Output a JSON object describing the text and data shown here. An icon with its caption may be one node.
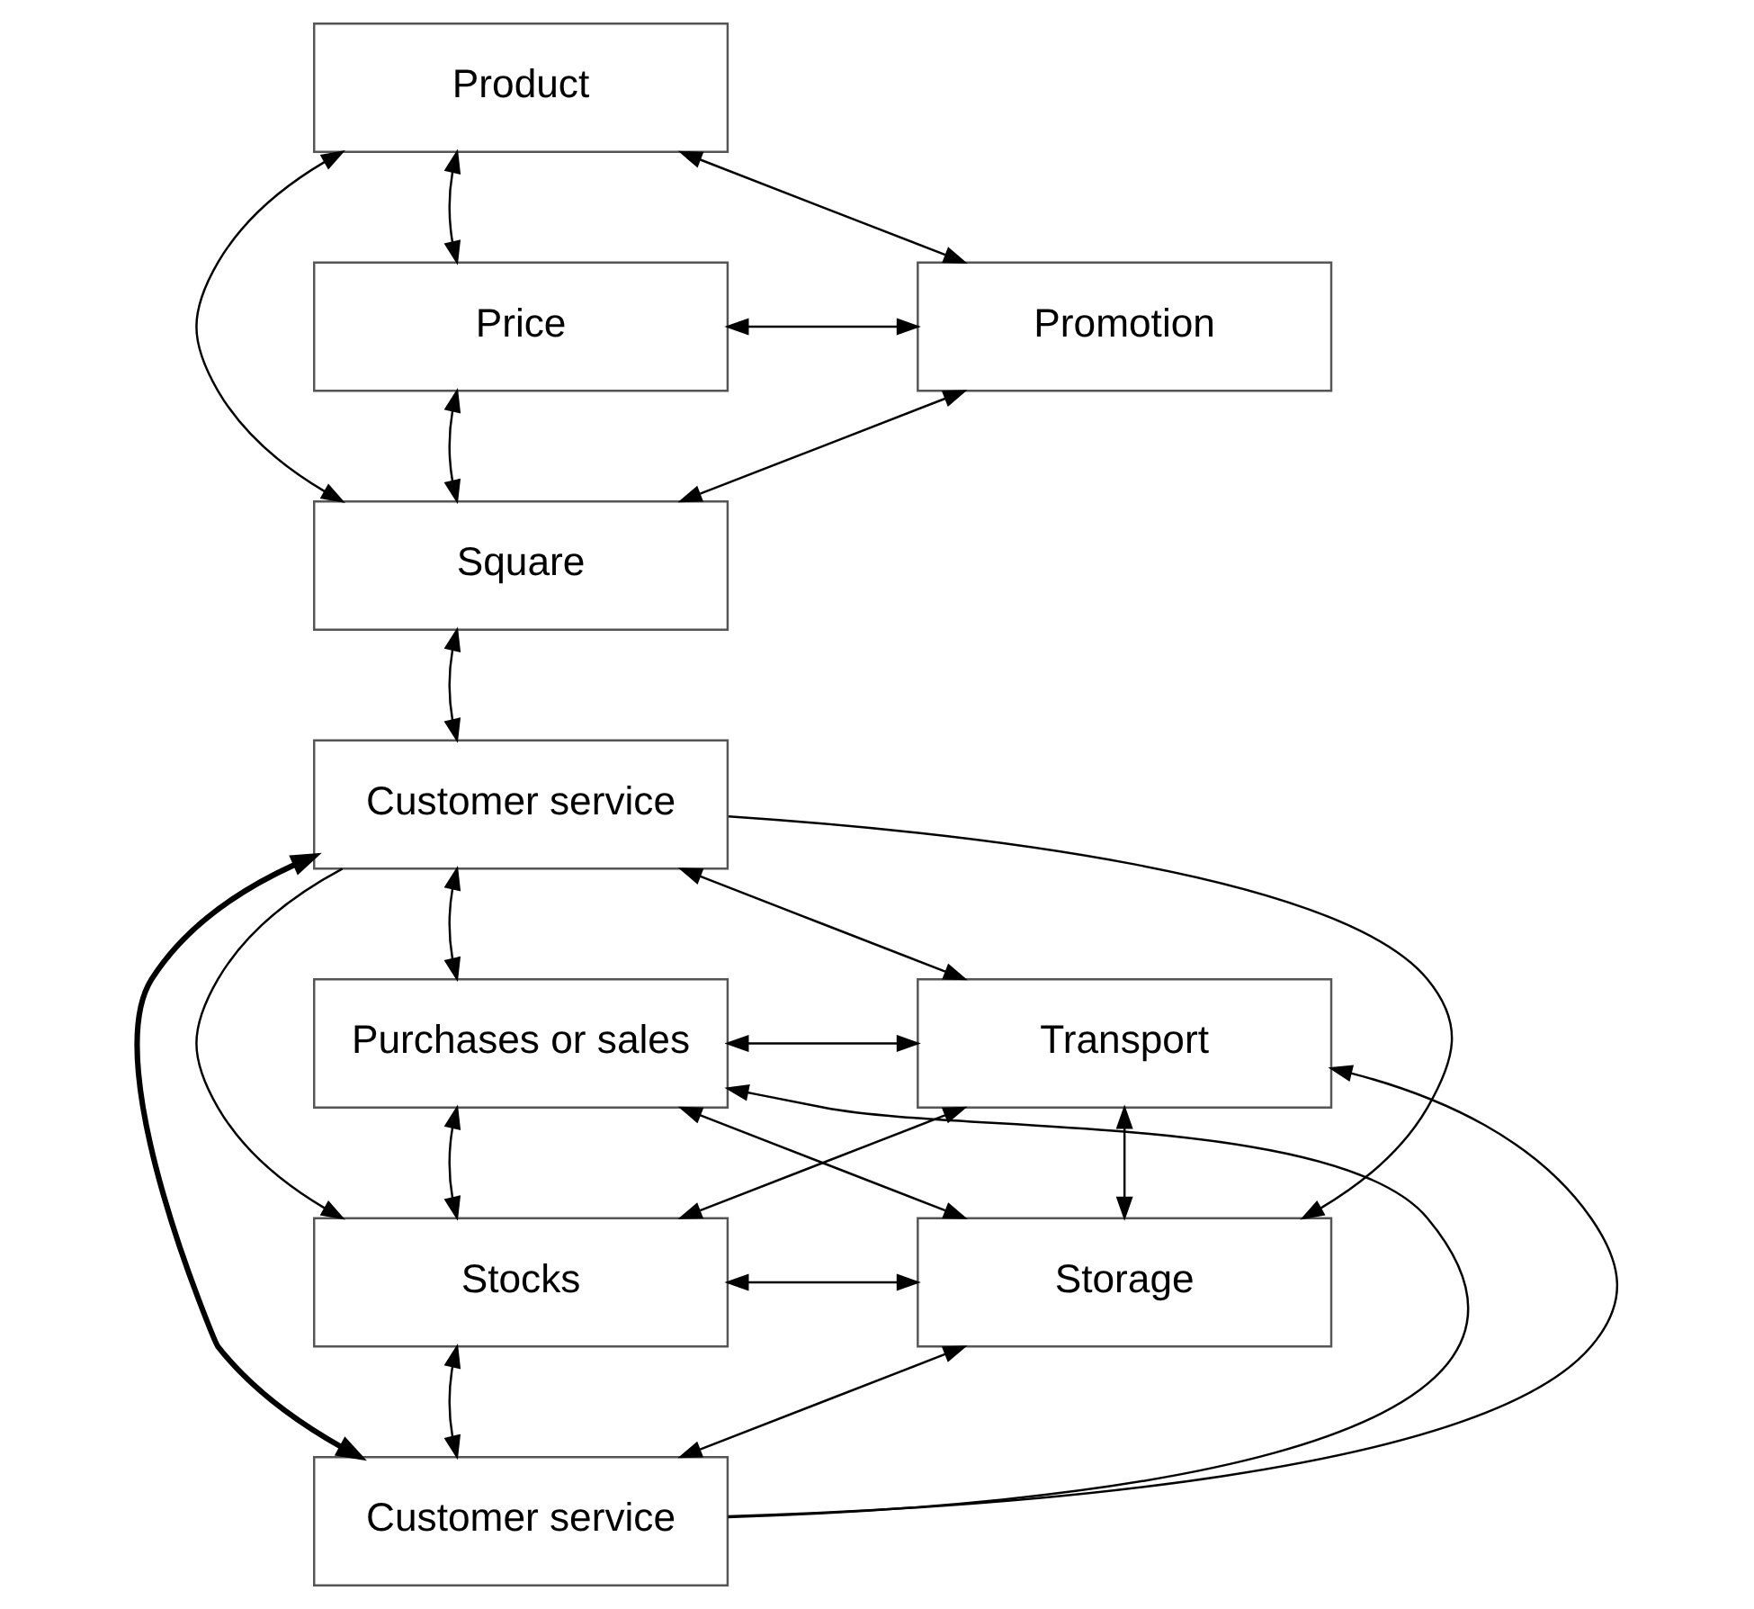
{
  "diagram": {
    "nodes": [
      {
        "text": [
          "Product"
        ]
      },
      {
        "text": [
          "Price"
        ]
      },
      {
        "text": [
          "Promotion"
        ]
      },
      {
        "text": [
          "Square"
        ]
      },
      {
        "text": [
          "Customer service"
        ]
      },
      {
        "text": [
          "Purchases or sales"
        ]
      },
      {
        "text": [
          "Transport"
        ]
      },
      {
        "text": [
          "Stocks"
        ]
      },
      {
        "text": [
          "Storage"
        ]
      },
      {
        "text": [
          "Customer service"
        ]
      }
    ],
    "edges": [
      {
        "from": 0,
        "to": 1,
        "arrow": "both"
      },
      {
        "from": 0,
        "to": 2,
        "arrow": "both"
      },
      {
        "from": 1,
        "to": 2,
        "arrow": "both"
      },
      {
        "from": 0,
        "to": 3,
        "arrow": "both"
      },
      {
        "from": 1,
        "to": 3,
        "arrow": "both"
      },
      {
        "from": 2,
        "to": 3,
        "arrow": "both"
      },
      {
        "from": 3,
        "to": 4,
        "arrow": "both"
      },
      {
        "from": 4,
        "to": 5,
        "arrow": "both"
      },
      {
        "from": 4,
        "to": 6,
        "arrow": "both"
      },
      {
        "from": 4,
        "to": 7,
        "arrow": "to"
      },
      {
        "from": 4,
        "to": 9,
        "arrow": "both",
        "style": "thick"
      },
      {
        "from": 4,
        "to": 8,
        "arrow": "to"
      },
      {
        "from": 5,
        "to": 6,
        "arrow": "both"
      },
      {
        "from": 5,
        "to": 8,
        "arrow": "both"
      },
      {
        "from": 7,
        "to": 6,
        "arrow": "both"
      },
      {
        "from": 7,
        "to": 8,
        "arrow": "both"
      },
      {
        "from": 9,
        "to": 5,
        "arrow": "to"
      },
      {
        "from": 9,
        "to": 6,
        "arrow": "to"
      },
      {
        "from": 5,
        "to": 7,
        "arrow": "both"
      },
      {
        "from": 6,
        "to": 8,
        "arrow": "both"
      },
      {
        "from": 7,
        "to": 9,
        "arrow": "both"
      },
      {
        "from": 8,
        "to": 9,
        "arrow": "both"
      }
    ]
  }
}
